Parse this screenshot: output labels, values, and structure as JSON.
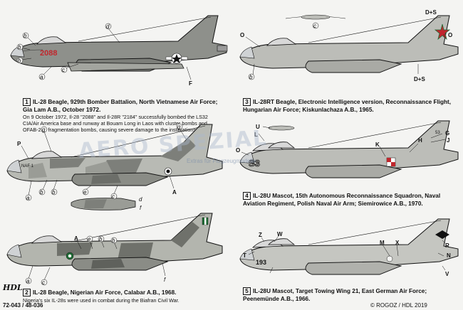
{
  "profiles": [
    {
      "number": "1",
      "title": "IL-28 Beagle, 929th Bomber Battalion, North Vietnamese Air Force; Gia Lam A.B., October 1972.",
      "note": "On 9 October 1972, Il-28 \"2088\" and Il-28R \"2184\" successfully bombed the LS32 CIA/Air America base and runway at Bouam Long in Laos with cluster bombs and OFAB-250 fragmentation bombs, causing severe damage to the installations.",
      "serial": "2088",
      "callouts": [
        "b",
        "d",
        "b",
        "b",
        "a",
        "c",
        "F"
      ]
    },
    {
      "number": "2",
      "title": "IL-28 Beagle, Nigerian Air Force, Calabar A.B., 1968.",
      "note": "Nigeria's six IL-28s were used in combat during the Biafran Civil War.",
      "callouts": [
        "A",
        "e",
        "b",
        "b",
        "a",
        "c",
        "f"
      ]
    },
    {
      "number": "3",
      "title": "IL-28RT Beagle, Electronic Intelligence version, Reconnaissance Flight, Hungarian Air Force; Kiskunlachaza A.B., 1965.",
      "callouts": [
        "D+S",
        "O",
        "O",
        "c",
        "b",
        "D+S"
      ]
    },
    {
      "number": "4",
      "title": "IL-28U Mascot, 15th Autonomous Reconnaissance Squadron, Naval Aviation Regiment, Polish Naval Air Arm; Siemirowice A.B., 1970.",
      "serial": "S3",
      "callouts": [
        "U",
        "L",
        "G",
        "J",
        "O",
        "K",
        "H"
      ]
    },
    {
      "number": "5",
      "title": "IL-28U Mascot, Target Towing Wing 21, East German Air Force; Peenemünde A.B., 1966.",
      "serial": "193",
      "callouts": [
        "T",
        "Z",
        "W",
        "M",
        "X",
        "R",
        "N",
        "V"
      ]
    },
    {
      "serial": "NAF 1",
      "callouts": [
        "g",
        "P",
        "g",
        "b",
        "b",
        "a",
        "e",
        "c",
        "A",
        "d",
        "f"
      ]
    }
  ],
  "footer": {
    "catalog": "72-043 / 48-036",
    "copyright": "© ROGOZ / HDL 2019",
    "logo": "HDL"
  },
  "watermark": {
    "main": "AERO SPEZIAL",
    "sub": "Extras für Flugzeugmodelle"
  },
  "colors": {
    "ink": "#111111",
    "grey": "#9a9a9a",
    "camo_dark": "#7d7f7a",
    "camo_light": "#c4c5c0",
    "red": "#c0272d",
    "green": "#1f6b35"
  }
}
